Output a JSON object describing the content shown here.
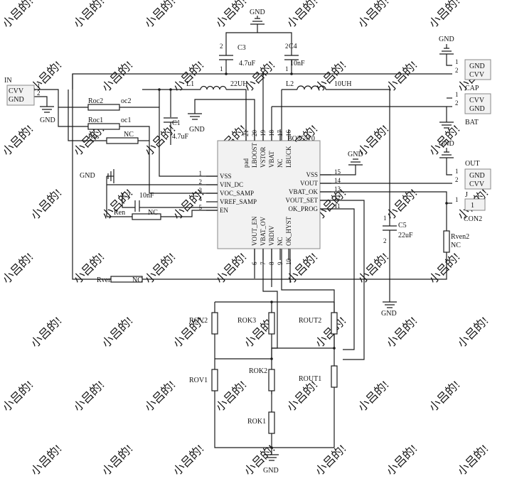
{
  "chip": {
    "name": "BQ25570",
    "left_pins": [
      {
        "num": "1",
        "name": "VSS"
      },
      {
        "num": "2",
        "name": "VIN_DC"
      },
      {
        "num": "3",
        "name": "VOC_SAMP"
      },
      {
        "num": "4",
        "name": "VREF_SAMP"
      },
      {
        "num": "5",
        "name": "EN"
      }
    ],
    "right_pins": [
      {
        "num": "15",
        "name": "VSS"
      },
      {
        "num": "14",
        "name": "VOUT"
      },
      {
        "num": "13",
        "name": "VBAT_OK"
      },
      {
        "num": "12",
        "name": "VOUT_SET"
      },
      {
        "num": "11",
        "name": "OK_PROG"
      }
    ],
    "top_pins": [
      {
        "num": "21",
        "name": "pad"
      },
      {
        "num": "20",
        "name": "LBOOST"
      },
      {
        "num": "19",
        "name": "VSTOR"
      },
      {
        "num": "18",
        "name": "VBAT"
      },
      {
        "num": "17",
        "name": "NC"
      },
      {
        "num": "16",
        "name": "LBUCK"
      }
    ],
    "bottom_pins": [
      {
        "num": "6",
        "name": "VOUT_EN"
      },
      {
        "num": "7",
        "name": "VBAT_OV"
      },
      {
        "num": "8",
        "name": "VRDIV"
      },
      {
        "num": "9",
        "name": "NC"
      },
      {
        "num": "10",
        "name": "OK_HYST"
      }
    ]
  },
  "connectors": {
    "in": {
      "title": "IN",
      "p1": "CVV",
      "p2": "GND",
      "n1": "1",
      "n2": "2"
    },
    "top_right": {
      "p1": "GND",
      "p2": "CVV",
      "n1": "1",
      "n2": "2"
    },
    "cap": {
      "title": "CAP",
      "p1": "CVV",
      "p2": "GND",
      "n1": "1",
      "n2": "2",
      "sub": "BAT"
    },
    "out": {
      "title": "OUT",
      "p1": "GND",
      "p2": "CVV",
      "n1": "1",
      "n2": "2"
    },
    "con2": {
      "title": "J",
      "p1": "1",
      "n1": "1",
      "sub": "CON2"
    }
  },
  "components": {
    "c3": {
      "name": "C3",
      "value": "4.7uF",
      "p1": "1",
      "p2": "2"
    },
    "c4": {
      "name": "C4",
      "value": "10nF",
      "p1": "1",
      "p2": "2"
    },
    "c1": {
      "name": "C1",
      "value": "4.7uF"
    },
    "c2": {
      "name": "C2",
      "value": "10nF"
    },
    "c5": {
      "name": "C5",
      "value": "22uF",
      "p1": "1",
      "p2": "2"
    },
    "l1": {
      "name": "L1",
      "value": "22UH"
    },
    "l2": {
      "name": "L2",
      "value": "10UH"
    },
    "roc2": {
      "name": "Roc2",
      "value": "oc2"
    },
    "roc1": {
      "name": "Roc1",
      "value": "oc1"
    },
    "rvs": {
      "name": "Rvs",
      "value": "NC"
    },
    "ren": {
      "name": "Ren",
      "value": "NC"
    },
    "rven": {
      "name": "Rven",
      "value": "NC"
    },
    "rven2": {
      "name": "Rven2",
      "value": "NC"
    },
    "rov2": {
      "name": "ROV2"
    },
    "rov1": {
      "name": "ROV1"
    },
    "rok3": {
      "name": "ROK3"
    },
    "rok2": {
      "name": "ROK2"
    },
    "rok1": {
      "name": "ROK1"
    },
    "rout2": {
      "name": "ROUT2"
    },
    "rout1": {
      "name": "ROUT1"
    }
  },
  "net_labels": {
    "gnd": "GND"
  },
  "watermark": "小吕的!"
}
